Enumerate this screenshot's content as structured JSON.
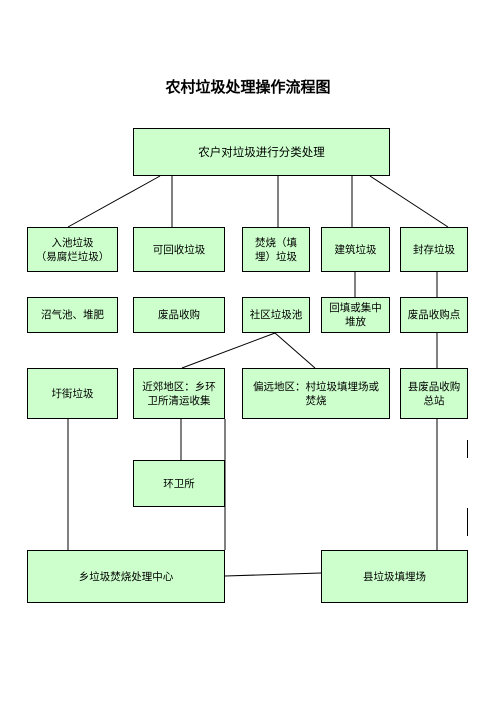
{
  "title": "农村垃圾处理操作流程图",
  "nodes": {
    "root": "农户对垃圾进行分类处理",
    "compost_input": "入池垃圾\n（易腐烂垃圾）",
    "recyclable": "可回收垃圾",
    "incinerate": "焚烧（填\n埋）垃圾",
    "construction": "建筑垃圾",
    "sealed": "封存垃圾",
    "biogas": "沼气池、堆肥",
    "scrap_buy": "废品收购",
    "community_pit": "社区垃圾池",
    "backfill": "回填或集中\n堆放",
    "scrap_point": "废品收购点",
    "market_waste": "圩街垃圾",
    "suburb": "近郊地区：乡环\n卫所清运收集",
    "remote": "偏远地区：村垃圾填埋场或\n焚烧",
    "county_scrap": "县废品收购\n总站",
    "sanitation": "环卫所",
    "township_center": "乡垃圾焚烧处理中心",
    "county_landfill": "县垃圾填埋场"
  }
}
